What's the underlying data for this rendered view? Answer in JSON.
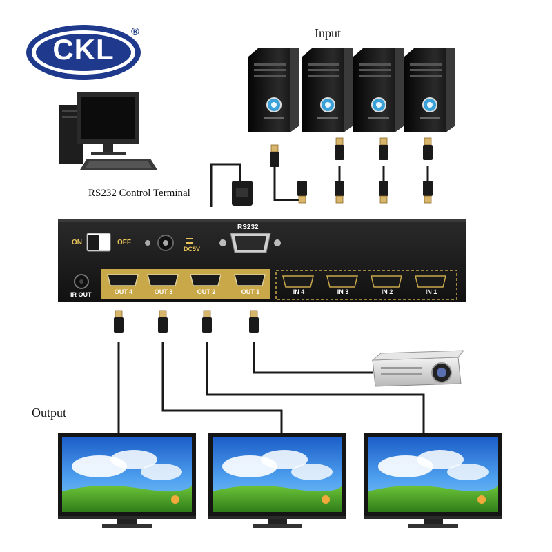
{
  "logo": {
    "text": "CKL",
    "registered": "®"
  },
  "labels": {
    "input": "Input",
    "output": "Output",
    "rs232_terminal": "RS232 Control Terminal"
  },
  "device": {
    "on": "ON",
    "off": "OFF",
    "power": "DC5V",
    "rs232": "RS232",
    "ir_out": "IR OUT",
    "outputs": [
      "OUT 4",
      "OUT 3",
      "OUT 2",
      "OUT 1"
    ],
    "inputs": [
      "IN 4",
      "IN 3",
      "IN 2",
      "IN 1"
    ]
  },
  "colors": {
    "logo_blue": "#1f3a8c",
    "device_body": "#1b1b1b",
    "gold": "#c9a84a",
    "label_yellow": "#e8c45a"
  },
  "icons": [
    "desktop-computer-icon",
    "tower-pc-icon",
    "hdmi-cable-icon",
    "vga-connector-icon",
    "projector-icon",
    "tv-monitor-icon"
  ]
}
